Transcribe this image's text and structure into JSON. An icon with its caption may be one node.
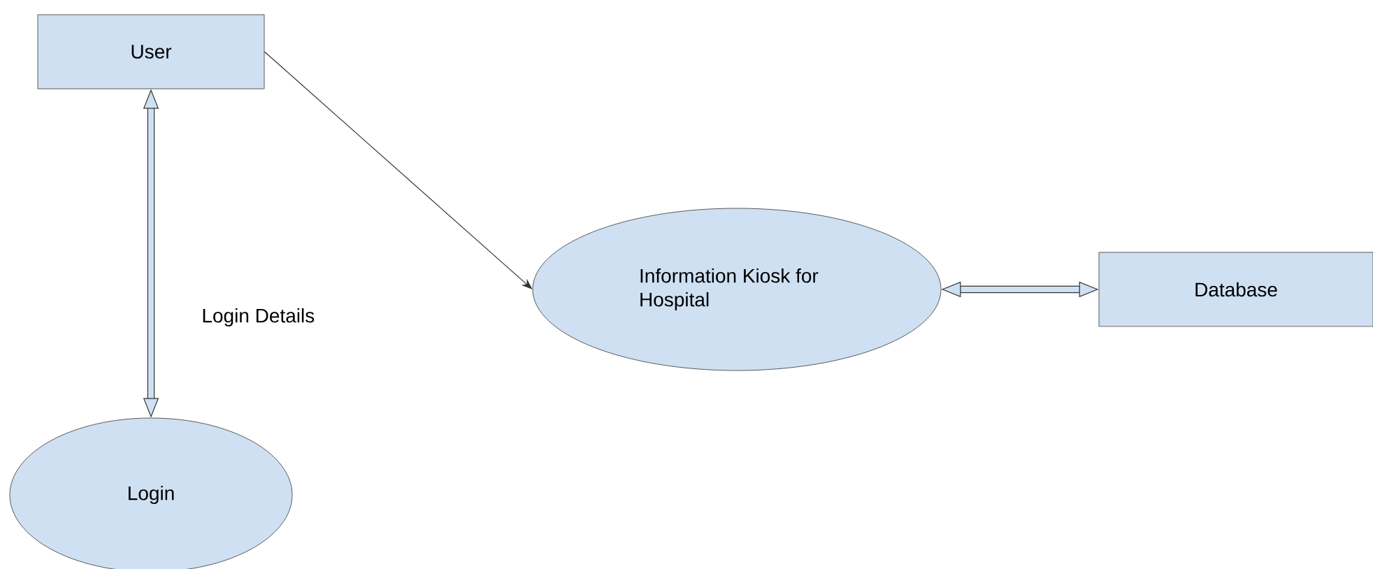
{
  "diagram": {
    "nodes": [
      {
        "text": [
          "User"
        ]
      },
      {
        "text": [
          "Login"
        ]
      },
      {
        "text": [
          "Information Kiosk for Hospital"
        ]
      },
      {
        "text": [
          "Database"
        ]
      }
    ],
    "edges": [
      {
        "from": 0,
        "to": 1,
        "arrow": "both",
        "label": "Login Details"
      },
      {
        "from": 0,
        "to": 2,
        "arrow": "to"
      },
      {
        "from": 2,
        "to": 3,
        "arrow": "both"
      }
    ]
  }
}
